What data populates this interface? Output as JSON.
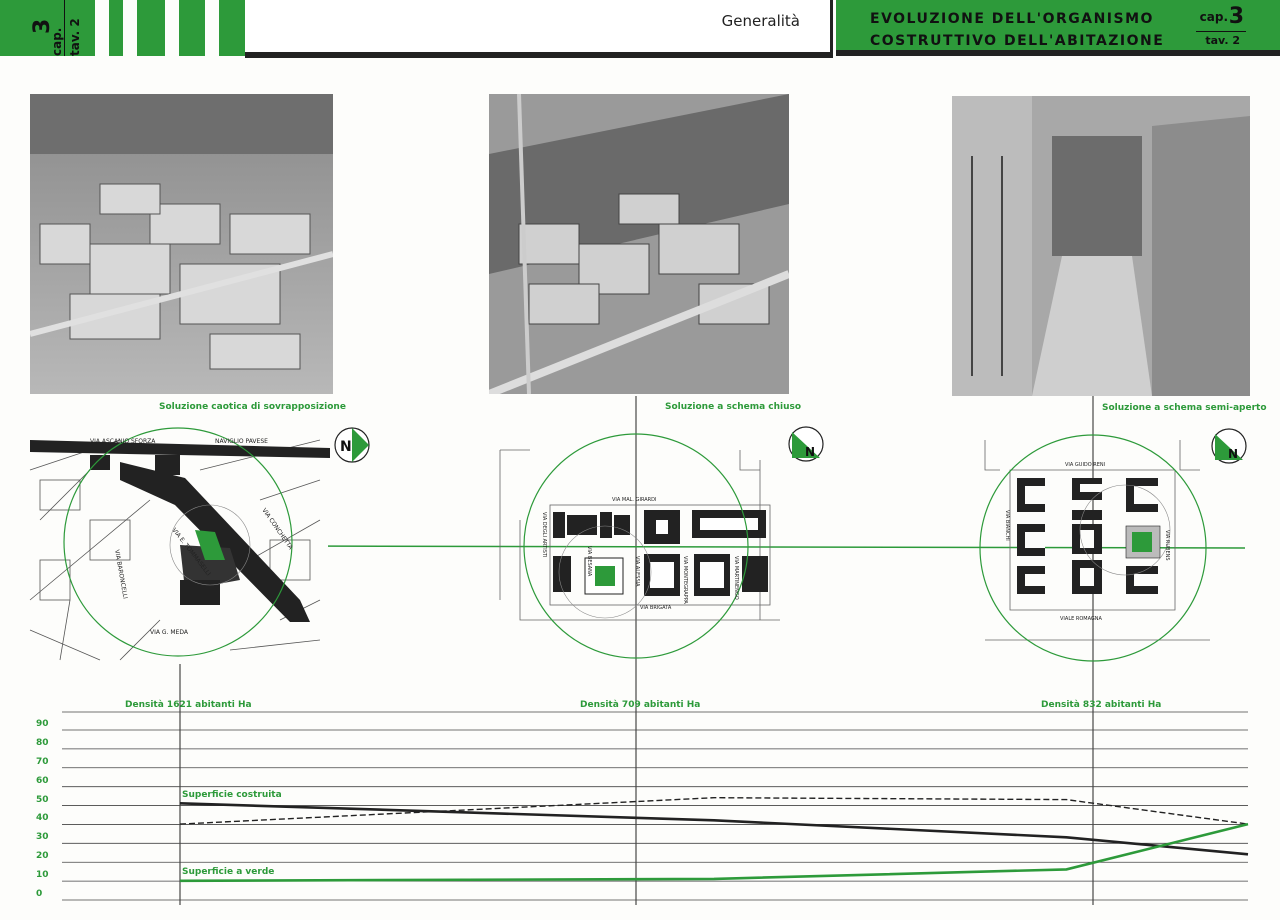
{
  "header": {
    "cap_left_label": "cap.",
    "cap_left_number": "3",
    "tav_left_label": "tav. 2",
    "section": "Generalità",
    "title_line1": "EVOLUZIONE DELL'ORGANISMO",
    "title_line2": "COSTRUTTIVO DELL'ABITAZIONE",
    "cap_right_label": "cap.",
    "cap_right_number": "3",
    "tav_right_label": "tav. 2"
  },
  "panels": [
    {
      "caption": "Soluzione caotica di sovrapposizione",
      "density": "Densità 1621 abitanti Ha"
    },
    {
      "caption": "Soluzione a schema chiuso",
      "density": "Densità 709 abitanti Ha"
    },
    {
      "caption": "Soluzione a schema semi-aperto",
      "density": "Densità 832 abitanti Ha"
    }
  ],
  "map_labels": {
    "map1": [
      "VIA ASCANIO SFORZA",
      "NAVIGLIO PAVESE",
      "VIA CONCHETTA",
      "VIA E. TOMMASELLI",
      "VIA BARONCELLI",
      "VIA G. MEDA"
    ],
    "map2": [
      "VIA MAL. GIRARDI",
      "VIA DEGLI ARTISTI",
      "VIA BESANA",
      "VIA ALESSIA",
      "VIA MONTEGRAPPA",
      "VIA MARTINENGO",
      "VIA BRIGATA"
    ],
    "map3": [
      "VIA GUIDO RENI",
      "VIA BIANCHI",
      "VIA RUBENS",
      "VIALE ROMAGNA"
    ]
  },
  "north_symbol": "N",
  "colors": {
    "accent": "#2d9a3a",
    "ink": "#222222"
  },
  "chart_data": {
    "type": "line",
    "x": [
      "Soluzione caotica di sovrapposizione",
      "Soluzione a schema chiuso",
      "Soluzione a schema semi-aperto"
    ],
    "yticks": [
      "90",
      "80",
      "70",
      "60",
      "50",
      "40",
      "30",
      "20",
      "10",
      "0"
    ],
    "ylim": [
      0,
      90
    ],
    "series": [
      {
        "name": "Superficie costruita",
        "points": [
          [
            0,
            48
          ],
          [
            0.5,
            39
          ],
          [
            0.83,
            30
          ],
          [
            1,
            21
          ]
        ],
        "style": "solid",
        "color": "#222222"
      },
      {
        "name": "",
        "points": [
          [
            0,
            37
          ],
          [
            0.5,
            51
          ],
          [
            0.83,
            50
          ],
          [
            1,
            37
          ]
        ],
        "style": "dashed",
        "color": "#222222"
      },
      {
        "name": "Superficie a verde",
        "points": [
          [
            0,
            7
          ],
          [
            0.5,
            8
          ],
          [
            0.83,
            13
          ],
          [
            1,
            37
          ]
        ],
        "style": "solid",
        "color": "#2d9a3a"
      }
    ],
    "grid": true
  }
}
